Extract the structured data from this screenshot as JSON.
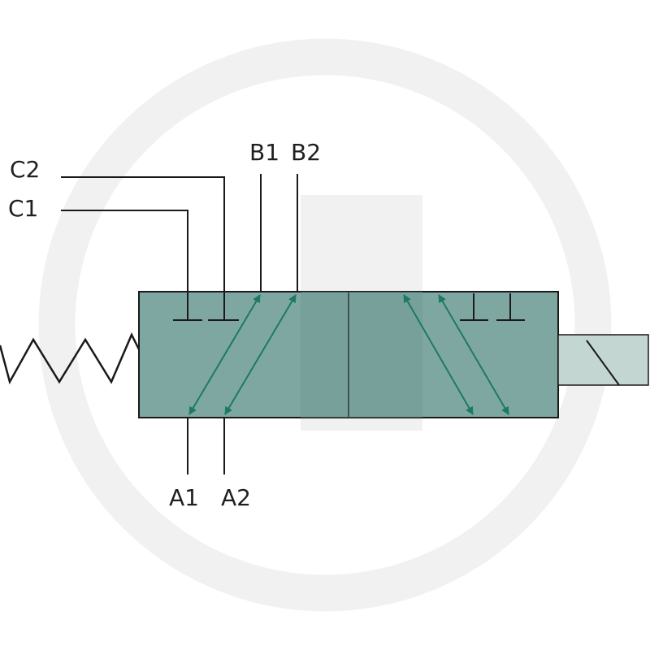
{
  "colors": {
    "background": "#ffffff",
    "watermark": "#f1f1f1",
    "valve_body": "#7fa7a2",
    "valve_outline": "#1a1a1a",
    "arrow": "#1d7a62",
    "line": "#1a1a1a",
    "plunger": "#c3d6d2"
  },
  "watermark": {
    "icon": "logo-watermark-icon"
  },
  "ports": {
    "c1": "C1",
    "c2": "C2",
    "b1": "B1",
    "b2": "B2",
    "a1": "A1",
    "a2": "A2"
  },
  "symbols": {
    "spring": "spring-icon",
    "actuator": "plunger-actuator-icon"
  }
}
